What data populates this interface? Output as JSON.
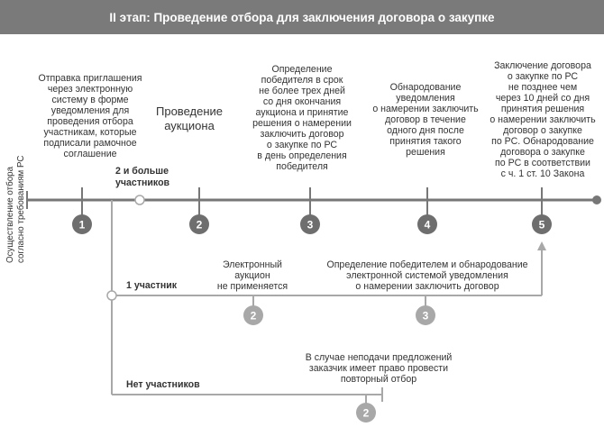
{
  "title": "II этап: Проведение отбора для заключения договора о закупке",
  "side_label": [
    "Осуществление отбора",
    "согласно требованиям РС"
  ],
  "main_steps": [
    {
      "number": "1",
      "lines": [
        "Отправка приглашения",
        "через электронную",
        "систему в форме",
        "уведомления для",
        "проведения отбора",
        "участникам, которые",
        "подписали рамочное",
        "соглашение"
      ]
    },
    {
      "number": "2",
      "lines": [
        "Проведение",
        "аукциона"
      ]
    },
    {
      "number": "3",
      "lines": [
        "Определение",
        "победителя в срок",
        "не более трех дней",
        "со дня окончания",
        "аукциона и принятие",
        "решения о намерении",
        "заключить договор",
        "о закупке по РС",
        "в день определения",
        "победителя"
      ]
    },
    {
      "number": "4",
      "lines": [
        "Обнародование",
        "уведомления",
        "о намерении заключить",
        "договор в течение",
        "одного дня после",
        "принятия такого",
        "решения"
      ]
    },
    {
      "number": "5",
      "lines": [
        "Заключение договора",
        "о закупке по РС",
        "не позднее чем",
        "через 10 дней со дня",
        "принятия решения",
        "о намерении заключить",
        "договор о закупке",
        "по РС. Обнародование",
        "договора о закупке",
        "по РС в соответствии",
        "с ч. 1 ст. 10 Закона"
      ]
    }
  ],
  "branches": {
    "many": {
      "label": [
        "2 и больше",
        "участников"
      ]
    },
    "one": {
      "label": "1 участник",
      "step2": {
        "number": "2",
        "lines": [
          "Электронный",
          "аукцион",
          "не применяется"
        ]
      },
      "step3": {
        "number": "3",
        "lines": [
          "Определение победителем и обнародование",
          "электронной системой уведомления",
          "о намерении заключить договор"
        ]
      }
    },
    "none": {
      "label": "Нет участников",
      "step2": {
        "number": "2",
        "lines": [
          "В случае неподачи предложений",
          "заказчик имеет право провести",
          "повторный отбор"
        ]
      }
    }
  },
  "colors": {
    "header_bg": "#7a7a7a",
    "header_text": "#ffffff",
    "main_line": "#777777",
    "main_circle": "#6e6e6e",
    "branch_line": "#a8a8a8",
    "branch_circle": "#a8a8a8",
    "text": "#333333"
  }
}
